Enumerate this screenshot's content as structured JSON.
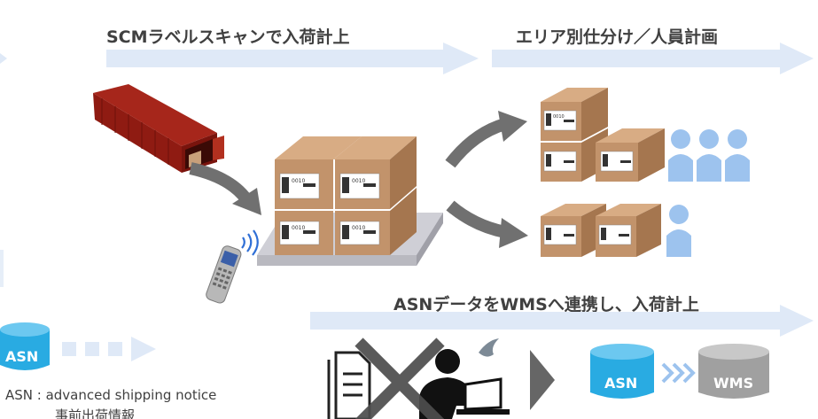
{
  "headings": {
    "scan": "SCMラベルスキャンで入荷計上",
    "sort": "エリア別仕分け／人員計画",
    "asn_link": "ASNデータをWMSへ連携し、入荷計上"
  },
  "label_text": {
    "code": "0010"
  },
  "badges": {
    "asn_left": "ASN",
    "asn_right": "ASN",
    "wms": "WMS"
  },
  "footnote": {
    "line1": "ASN : advanced shipping notice",
    "line2": "事前出荷情報"
  },
  "colors": {
    "flow_arrow": "#dfe9f7",
    "curved_arrow": "#707070",
    "box_front": "#c2936b",
    "box_top": "#d8ac84",
    "box_side": "#a5764f",
    "person": "#9dc3ee",
    "asn_cylinder": "#29abe2",
    "wms_cylinder": "#a0a0a0",
    "container": "#8f1b12",
    "text": "#404040"
  }
}
